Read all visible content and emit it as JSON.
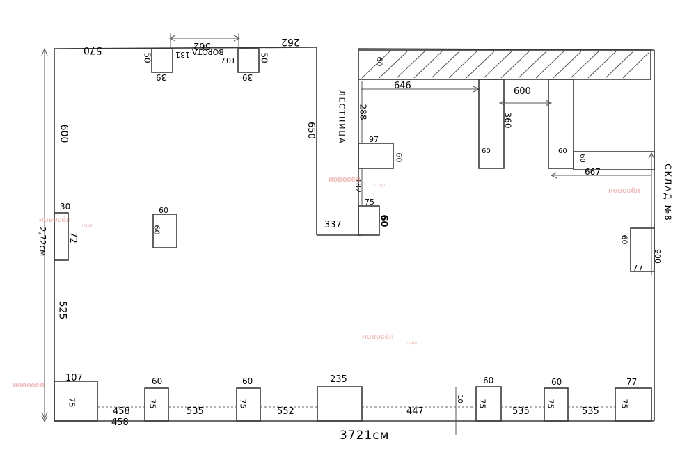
{
  "plan": {
    "total_width": "3721см",
    "left_height": "600",
    "left_mid": "2,72см",
    "left_mid2": "72",
    "left_mid_top": "30",
    "left_lower": "525",
    "top_570": "570",
    "top_562": "562",
    "top_262": "262",
    "top_131": "131",
    "gate_label": "ВОРОТА",
    "top_107": "107",
    "top_50a": "50",
    "top_50b": "50",
    "top_39a": "39",
    "top_39b": "39",
    "hatch_60": "60",
    "stairs_label": "ЛЕСТНИЦА",
    "v650": "650",
    "v288": "288",
    "h646": "646",
    "h600": "600",
    "v360": "360",
    "col1_60": "60",
    "col2_60a": "60",
    "col2_60b": "60",
    "h667": "667",
    "box97": "97",
    "box97_60": "60",
    "v182": "182",
    "box75": "75",
    "box75_60": "60",
    "h337": "337",
    "center_60a": "60",
    "center_60b": "60",
    "right_label": "СКЛАД №8",
    "right_60": "60",
    "right_77": "77",
    "right_900": "900",
    "bottom_items": {
      "b107": "107",
      "b75a": "75",
      "b458a": "458",
      "b458b": "458",
      "b60a": "60",
      "b75b": "75",
      "b535a": "535",
      "b60b": "60",
      "b75c": "75",
      "b552": "552",
      "b235": "235",
      "b447": "447",
      "b10": "10",
      "b60c": "60",
      "b75d": "75",
      "b535b": "535",
      "b60d": "60",
      "b75e": "75",
      "b535c": "535",
      "b77": "77",
      "b75f": "75"
    },
    "watermark": "новосёл",
    "watermark_sub": "ГОДА"
  }
}
